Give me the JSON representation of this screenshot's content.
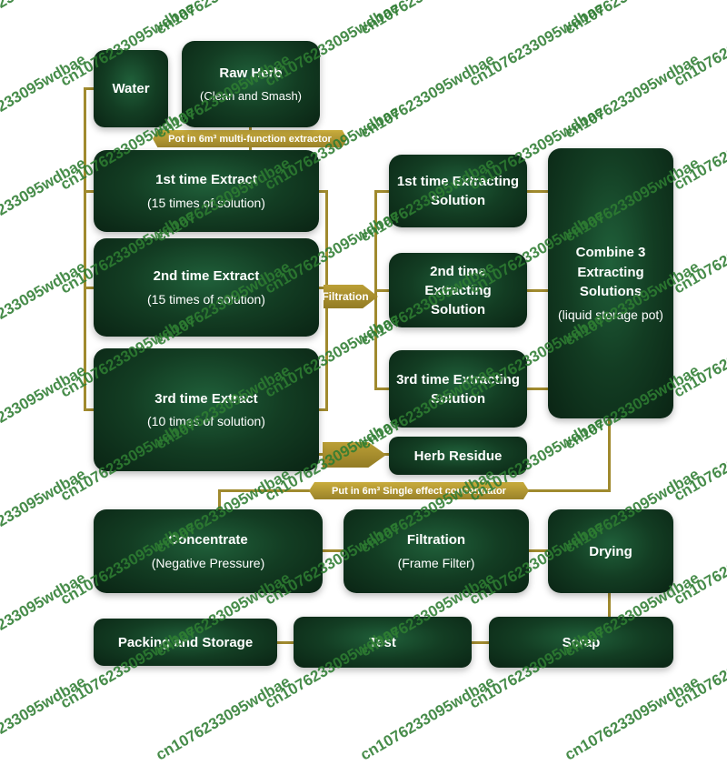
{
  "watermark": {
    "text": "cn1076233095wdbae",
    "color": "#2e7d32"
  },
  "colors": {
    "box_green_center": "#20603a",
    "box_green_edge": "#0a2414",
    "line_gold": "#a08a2e",
    "banner_gold": "#b79b33",
    "text_white": "#ffffff"
  },
  "nodes": {
    "water": {
      "label": "Water"
    },
    "raw_herb": {
      "title": "Raw Herb",
      "subtitle": "(Clean and Smash)"
    },
    "banner_extractor": {
      "label": "Pot in 6m³ multi-function extractor"
    },
    "extract_1": {
      "title": "1st time Extract",
      "subtitle": "(15 times of solution)"
    },
    "extract_2": {
      "title": "2nd time Extract",
      "subtitle": "(15 times of solution)"
    },
    "extract_3": {
      "title": "3rd time Extract",
      "subtitle": "(10 times of solution)"
    },
    "filtration_label": {
      "label": "Filtration"
    },
    "solution_1": {
      "label": "1st time Extracting Solution"
    },
    "solution_2": {
      "label": "2nd time Extracting Solution"
    },
    "solution_3": {
      "label": "3rd time Extracting Solution"
    },
    "herb_residue": {
      "label": "Herb Residue"
    },
    "combine": {
      "title": "Combine 3 Extracting Solutions",
      "subtitle": "(liquid storage pot)"
    },
    "banner_concentrator": {
      "label": "Put in 6m³ Single effect concentrator"
    },
    "concentrate": {
      "title": "Concentrate",
      "subtitle": "(Negative  Pressure)"
    },
    "filtration_frame": {
      "title": "Filtration",
      "subtitle": "(Frame Filter)"
    },
    "drying": {
      "label": "Drying"
    },
    "packing_storage": {
      "label": "Packing and Storage"
    },
    "test": {
      "label": "Test"
    },
    "scrap": {
      "label": "Scrap"
    }
  }
}
